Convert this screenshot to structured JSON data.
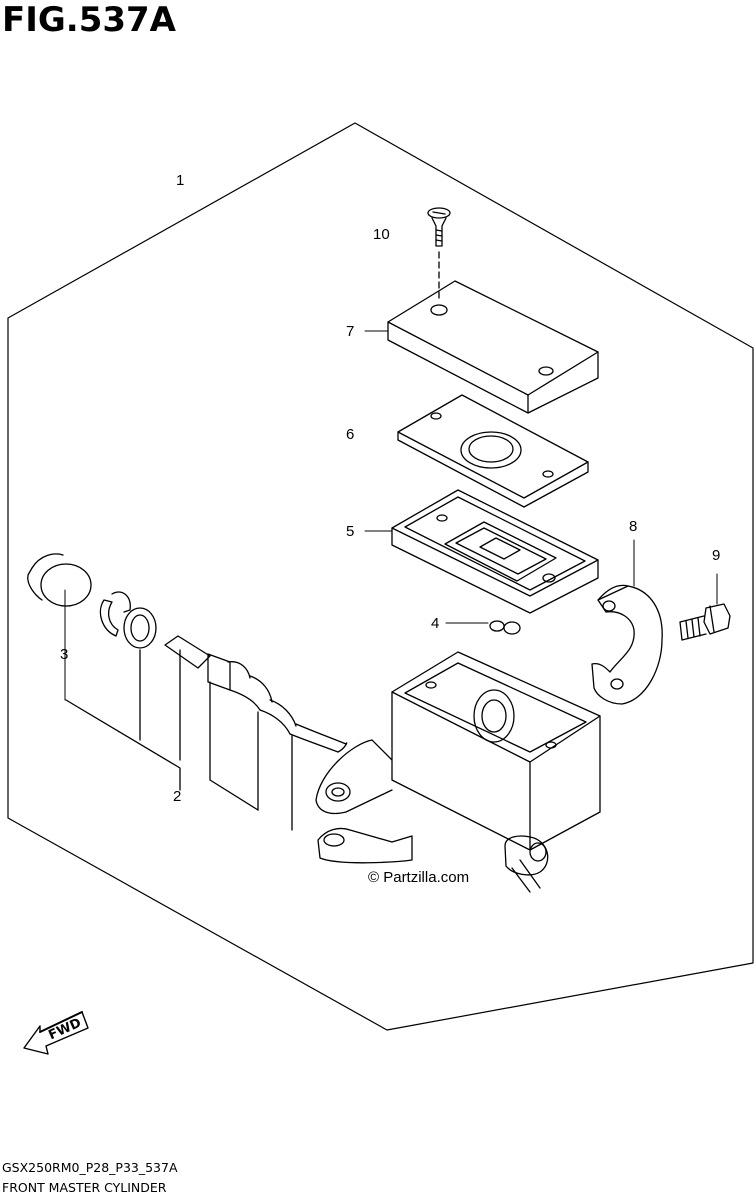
{
  "figure": {
    "title": "FIG.537A"
  },
  "callouts": {
    "c1": "1",
    "c2": "2",
    "c3": "3",
    "c4": "4",
    "c5": "5",
    "c6": "6",
    "c7": "7",
    "c8": "8",
    "c9": "9",
    "c10": "10"
  },
  "watermark": "© Partzilla.com",
  "fwd_label": "FWD",
  "footer": {
    "code": "GSX250RM0_P28_P33_537A",
    "name": "FRONT MASTER CYLINDER"
  }
}
